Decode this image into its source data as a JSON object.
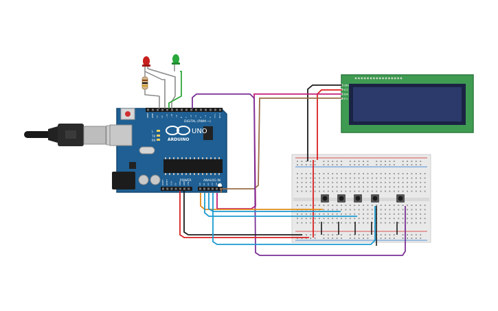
{
  "arduino": {
    "brand": "ARDUINO",
    "model": "UNO",
    "digital_label": "DIGITAL (PWM ~)",
    "power_label": "POWER",
    "analog_label": "ANALOG IN",
    "tx_label": "TX",
    "rx_label": "RX",
    "l_label": "L",
    "pin_labels_digital": [
      "AREF",
      "GND",
      "13",
      "12",
      "~11",
      "~10",
      "~9",
      "8",
      "7",
      "~6",
      "~5",
      "4",
      "~3",
      "2",
      "TX 1",
      "RX 0"
    ],
    "pin_labels_power": [
      "IOREF",
      "RESET",
      "3.3V",
      "5V",
      "GND",
      "GND",
      "VIN"
    ],
    "pin_labels_analog": [
      "A0",
      "A1",
      "A2",
      "A3",
      "A4",
      "A5"
    ]
  },
  "lcd": {
    "pin_labels": [
      "GND",
      "VCC",
      "SDA",
      "SCL"
    ]
  },
  "colors": {
    "board": "#1f5f93",
    "board_dark": "#174a73",
    "lcd_pcb": "#3f9b52",
    "lcd_screen": "#243059",
    "breadboard": "#e8e8e8",
    "wire_red": "#d91f1f",
    "wire_black": "#1a1a1a",
    "wire_green": "#2fa83a",
    "wire_gray": "#8a8a8a",
    "wire_purple": "#7a2f96",
    "wire_magenta": "#c21e78",
    "wire_brown": "#9a6b45",
    "wire_orange": "#e08a1a",
    "wire_blue": "#1a9ad0",
    "led_red": "#c81f1f",
    "led_green": "#27a83a"
  }
}
